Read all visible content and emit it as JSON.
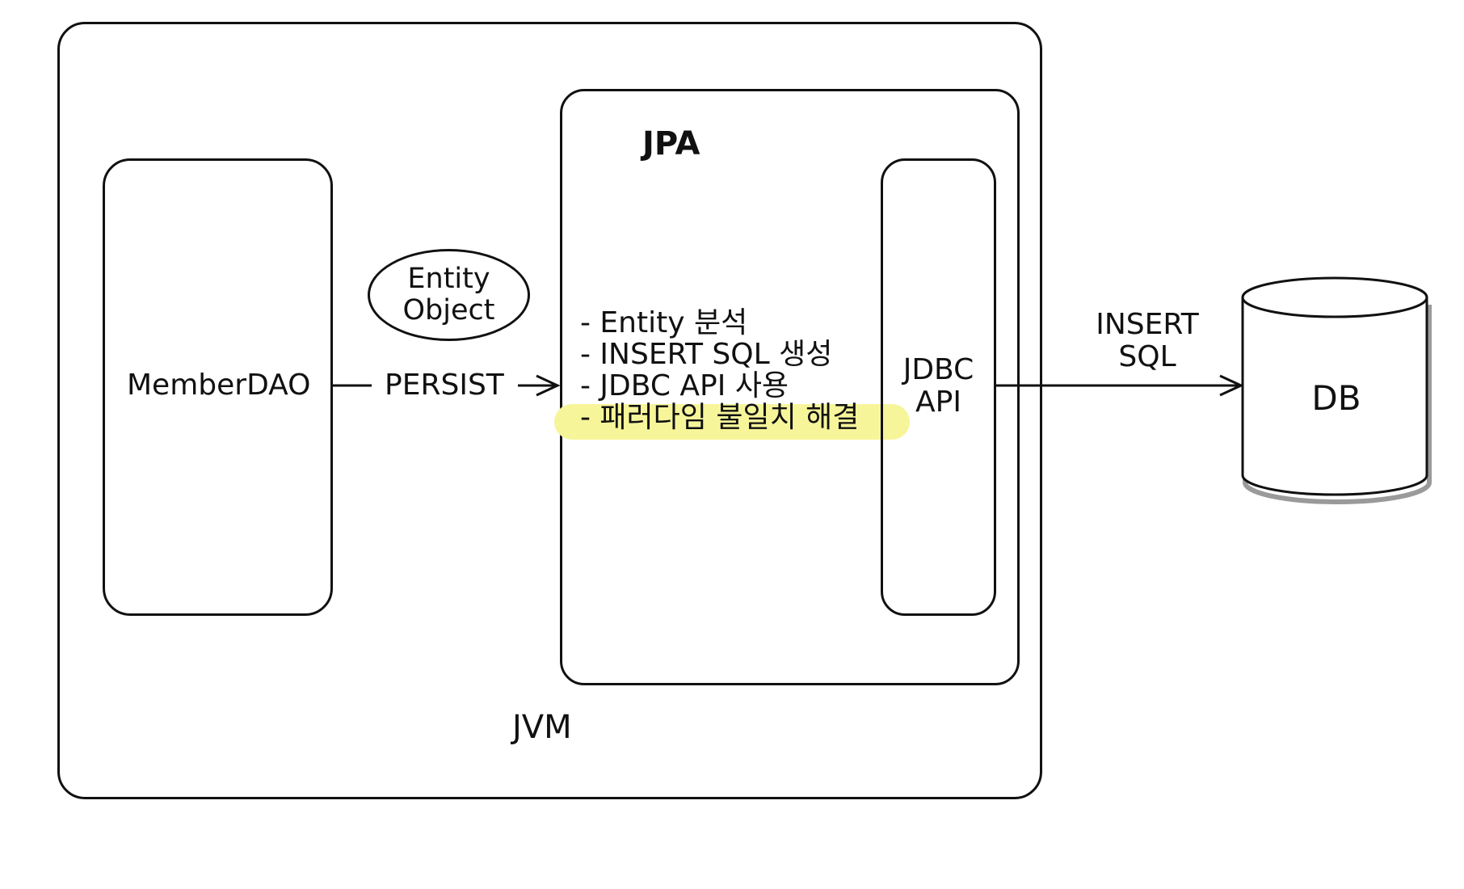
{
  "diagram": {
    "jvm": {
      "label": "JVM"
    },
    "dao": {
      "label": "MemberDAO"
    },
    "entity": {
      "line1": "Entity",
      "line2": "Object"
    },
    "persist": {
      "label": "PERSIST"
    },
    "jpa": {
      "title": "JPA",
      "features": [
        "- Entity 분석",
        "- INSERT SQL 생성",
        "- JDBC API 사용",
        "- 패러다임 불일치 해결"
      ],
      "highlight_color": "#f7f59a"
    },
    "jdbc": {
      "line1": "JDBC",
      "line2": "API"
    },
    "insert_sql": {
      "line1": "INSERT",
      "line2": "SQL"
    },
    "db": {
      "label": "DB",
      "shadow_color": "#9a9a9a"
    },
    "stroke_color": "#111111"
  }
}
